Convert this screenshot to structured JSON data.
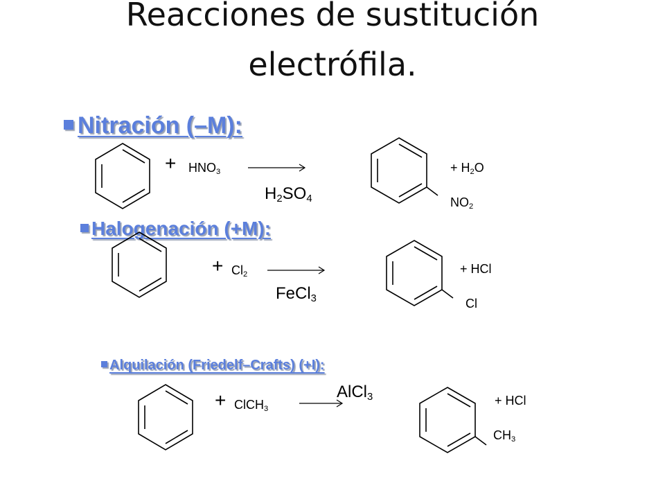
{
  "title": {
    "line1": "Reacciones de sustitución",
    "line2": "electrófila."
  },
  "colors": {
    "heading": "#5b7fdc",
    "heading_shadow": "#9aa3b5",
    "text": "#000000"
  },
  "sections": {
    "nitration": {
      "heading": "Nitración (–M):",
      "plus": "+",
      "reagent": "HNO",
      "reagent_sub": "3",
      "catalyst": "H",
      "catalyst_sub1": "2",
      "catalyst_mid": "SO",
      "catalyst_sub2": "4",
      "coproduct_prefix": "+ H",
      "coproduct_sub": "2",
      "coproduct_suffix": "O",
      "substituent": "NO",
      "substituent_sub": "2"
    },
    "halogenation": {
      "heading": "Halogenación (+M):",
      "plus": "+",
      "reagent": "Cl",
      "reagent_sub": "2",
      "catalyst": "FeCl",
      "catalyst_sub": "3",
      "coproduct": "+ HCl",
      "substituent": "Cl"
    },
    "alkylation": {
      "heading": "Alquilación (Friedelf–Crafts) (+I):",
      "plus": "+",
      "reagent": "ClCH",
      "reagent_sub": "3",
      "catalyst": "AlCl",
      "catalyst_sub": "3",
      "coproduct": "+ HCl",
      "substituent": "CH",
      "substituent_sub": "3"
    }
  }
}
